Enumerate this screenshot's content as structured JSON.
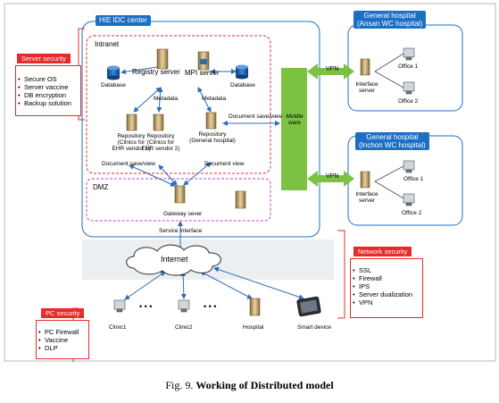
{
  "hie": {
    "title": "HIE IDC center"
  },
  "intranet": {
    "label": "Intranet"
  },
  "dmz": {
    "label": "DMZ"
  },
  "servers": {
    "registry": "Registry server",
    "mpi": "MPI server",
    "database_left": "Database",
    "database_right": "Database",
    "metadata_left": "Metadata",
    "metadata_right": "Metadata",
    "repo1": [
      "Repository",
      "(Clinics for",
      "EHR vendor 1)"
    ],
    "repo2": [
      "Repository",
      "(Clinics for",
      "EHR vendor 2)"
    ],
    "repo3": [
      "Repository",
      "(General hospital)"
    ],
    "doc_view_left": "Document save/view",
    "doc_view_right": "Document view",
    "doc_save_view": "Document save/view",
    "gateway": "Gateway sever",
    "service_interface": "Service interface",
    "middleware": [
      "Middle",
      "ware"
    ]
  },
  "hospitals": [
    {
      "title": [
        "General hospital",
        "(Ansan WC hospital)"
      ],
      "vpn": "VPN",
      "server": [
        "Interface",
        "server"
      ],
      "office1": "Office 1",
      "office2": "Office 2"
    },
    {
      "title": [
        "General hospital",
        "(Inchon WC hospital)"
      ],
      "vpn": "VPN",
      "server": [
        "Interface",
        "server"
      ],
      "office1": "Office 1",
      "office2": "Office 2"
    }
  ],
  "internet": {
    "label": "Internet"
  },
  "clients": {
    "clinic1": "Clinic1",
    "clinic2": "Clinic2",
    "hospital": "Hospital",
    "smart": "Smart device",
    "dots": "• • •"
  },
  "security": {
    "server": {
      "title": "Server security",
      "items": [
        "Secure OS",
        "Server vaccine",
        "DB encryption",
        "Backup solution"
      ]
    },
    "network": {
      "title": "Network security",
      "items": [
        "SSL",
        "Firewall",
        "IPS",
        "Server dualization",
        "VPN"
      ]
    },
    "pc": {
      "title": "PC security",
      "items": [
        "PC Firewall",
        "Vaccine",
        "DLP"
      ]
    }
  },
  "caption": {
    "number": "Fig. 9.",
    "text": "Working of Distributed model"
  },
  "colors": {
    "blue": "#1d6fc6",
    "red": "#e62b2b",
    "green": "#7cc242",
    "arrow": "#2f6db5",
    "magenta": "#c03fc0",
    "grey_band": "#eceff1"
  }
}
